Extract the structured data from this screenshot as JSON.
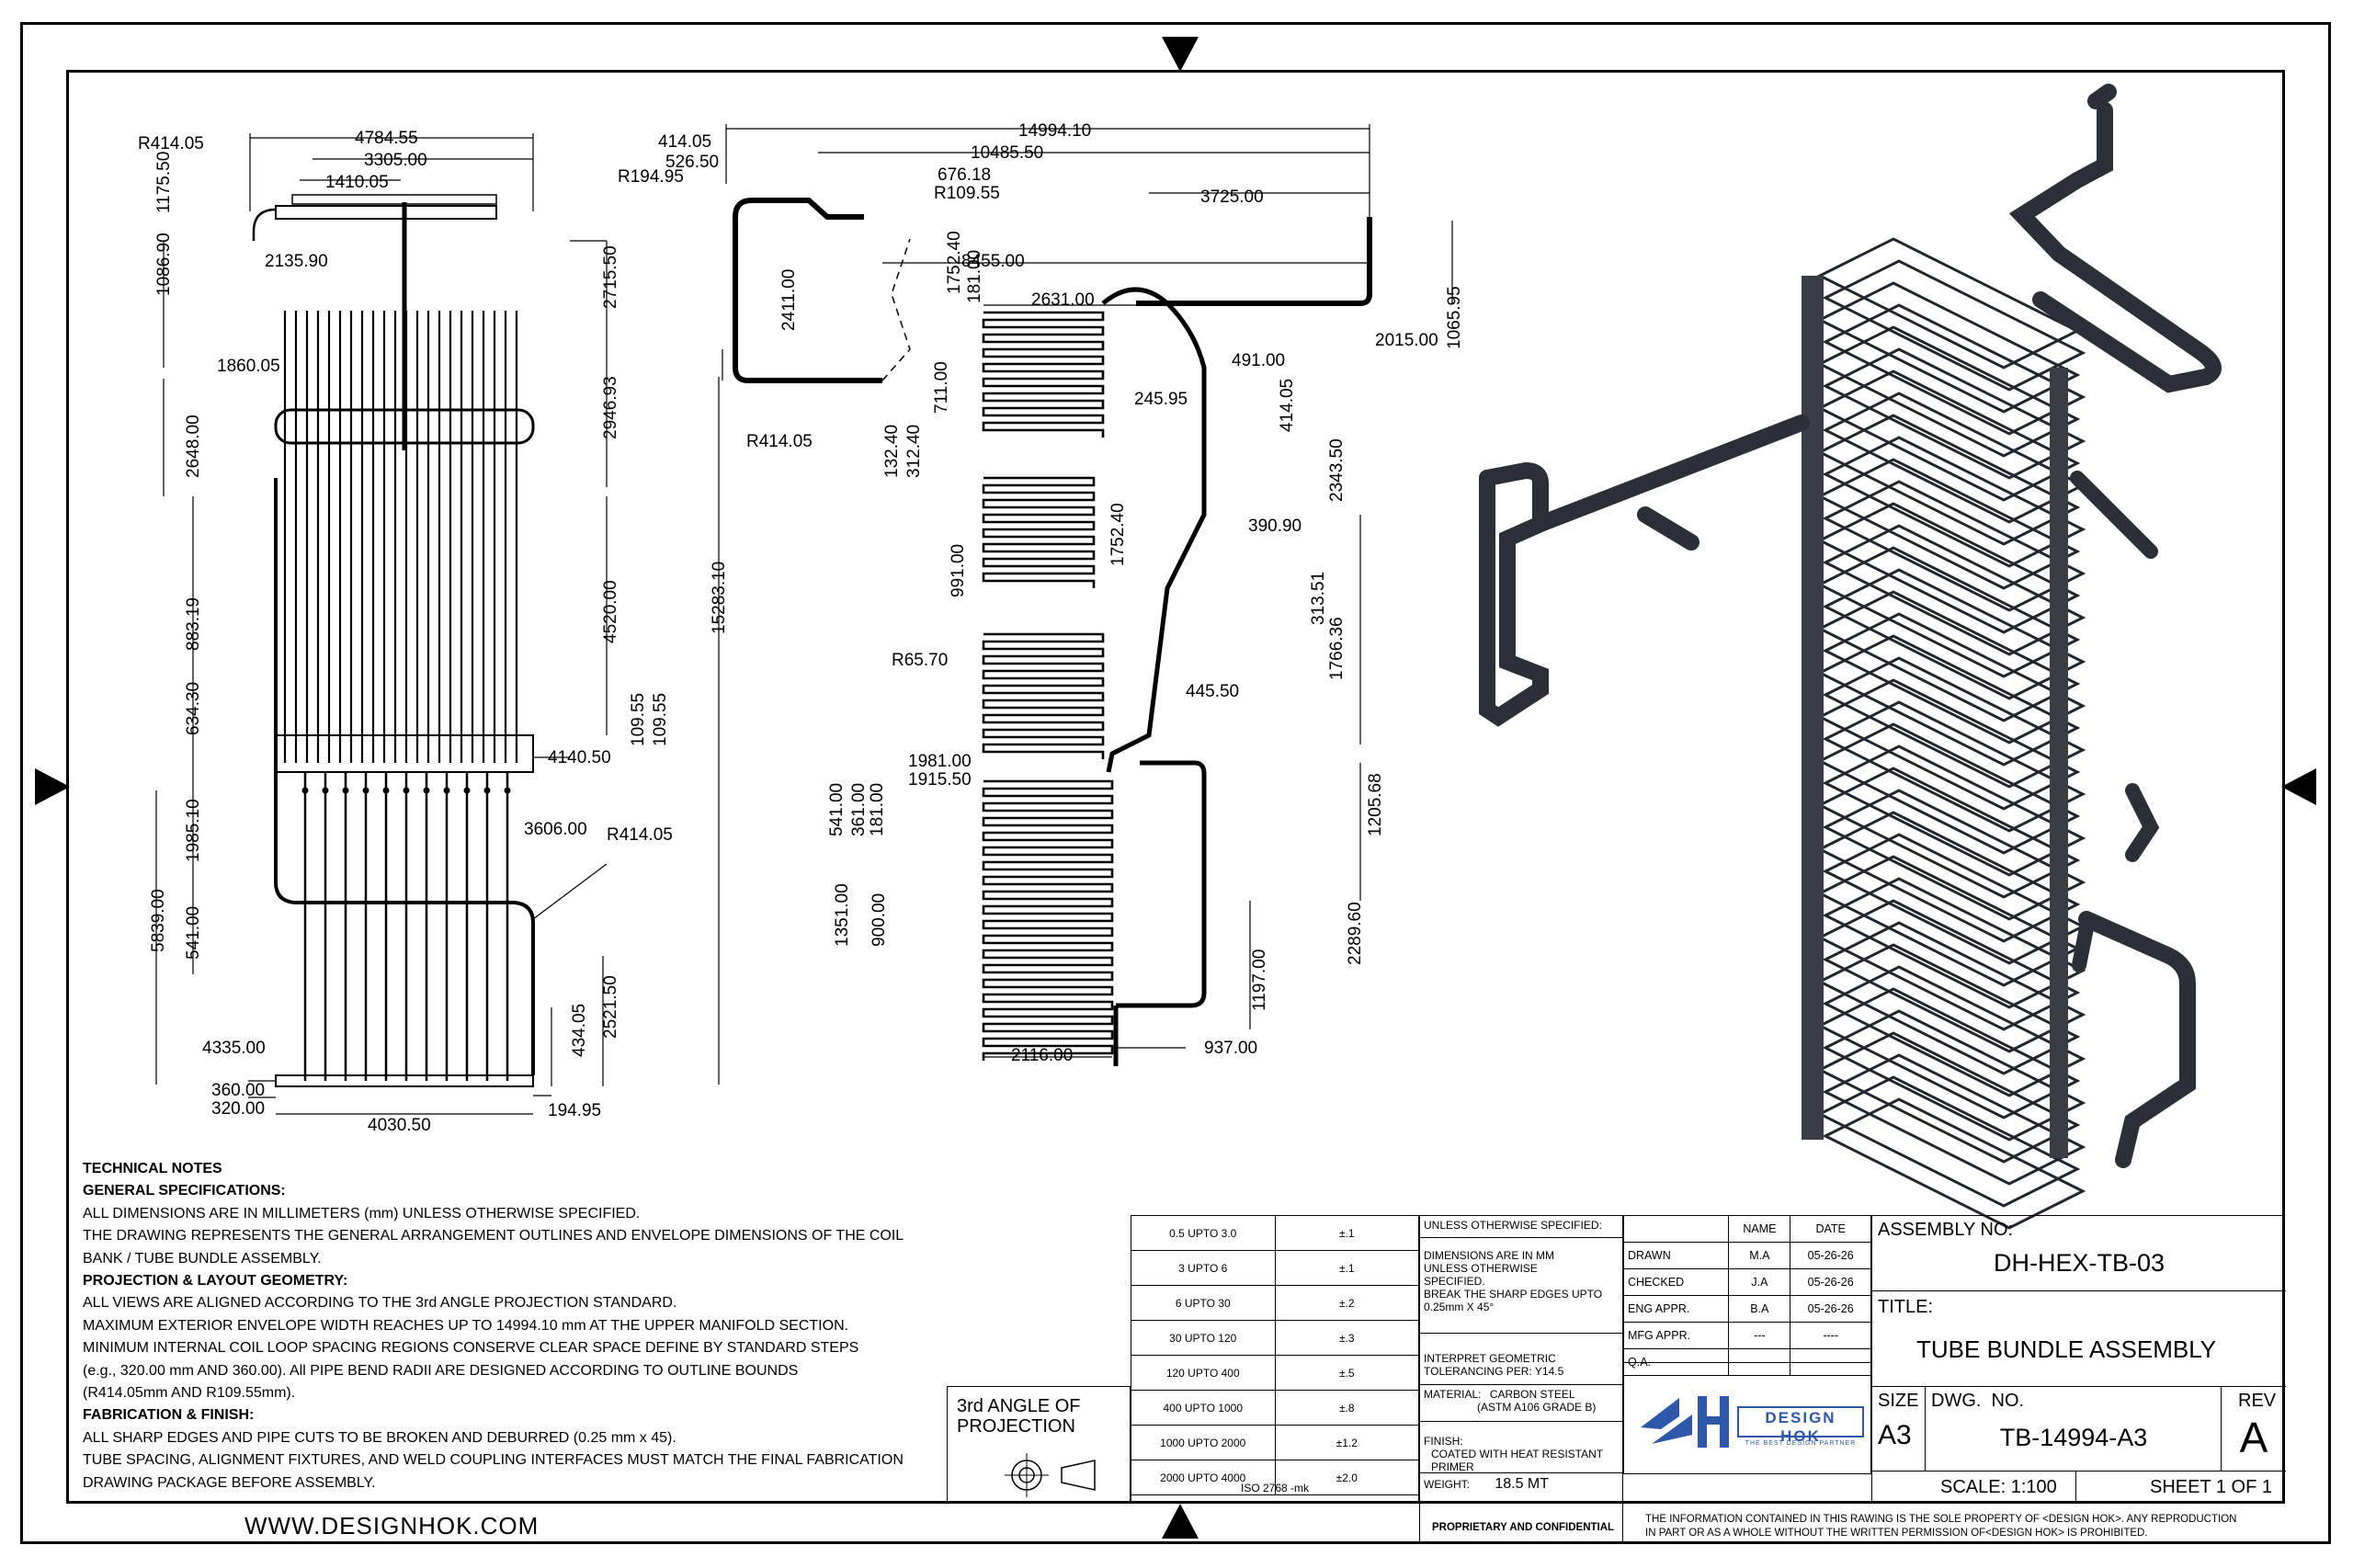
{
  "dimensions": {
    "view_front": [
      "R414.05",
      "4784.55",
      "3305.00",
      "1410.05",
      "1175.50",
      "1086.90",
      "2135.90",
      "2715.50",
      "1860.05",
      "2946.93",
      "2648.00",
      "883.19",
      "4520.00",
      "634.30",
      "109.55",
      "109.55",
      "4140.50",
      "1985.10",
      "3606.00",
      "R414.05",
      "5839.00",
      "541.00",
      "2521.50",
      "434.05",
      "4335.00",
      "360.00",
      "320.00",
      "4030.50",
      "194.95"
    ],
    "view_side": [
      "414.05",
      "526.50",
      "R194.95",
      "14994.10",
      "10485.50",
      "676.18",
      "R109.55",
      "3725.00",
      "8455.00",
      "2411.00",
      "1752.40",
      "181.00",
      "2631.00",
      "491.00",
      "2015.00",
      "1065.95",
      "711.00",
      "245.95",
      "414.05",
      "R414.05",
      "132.40",
      "312.40",
      "2343.50",
      "390.90",
      "991.00",
      "1752.40",
      "15283.10",
      "313.51",
      "R65.70",
      "1766.36",
      "445.50",
      "541.00",
      "361.00",
      "181.00",
      "1981.00",
      "1915.50",
      "1205.68",
      "2289.60",
      "1351.00",
      "900.00",
      "1197.00",
      "2116.00",
      "937.00"
    ]
  },
  "notes": {
    "title": "TECHNICAL NOTES",
    "sections": [
      {
        "heading": "GENERAL SPECIFICATIONS:",
        "lines": [
          "ALL DIMENSIONS ARE IN MILLIMETERS (mm) UNLESS OTHERWISE SPECIFIED.",
          "THE DRAWING REPRESENTS THE GENERAL ARRANGEMENT OUTLINES AND ENVELOPE DIMENSIONS OF THE COIL",
          "BANK / TUBE BUNDLE ASSEMBLY."
        ]
      },
      {
        "heading": "PROJECTION & LAYOUT GEOMETRY:",
        "lines": [
          "ALL VIEWS ARE ALIGNED ACCORDING TO THE 3rd ANGLE PROJECTION STANDARD.",
          "MAXIMUM EXTERIOR ENVELOPE WIDTH REACHES UP TO 14994.10 mm AT THE UPPER MANIFOLD SECTION.",
          "MINIMUM INTERNAL COIL LOOP SPACING REGIONS CONSERVE CLEAR SPACE DEFINE BY STANDARD STEPS",
          "(e.g., 320.00 mm AND 360.00). All PIPE BEND RADII ARE DESIGNED ACCORDING TO OUTLINE BOUNDS",
          "(R414.05mm AND R109.55mm)."
        ]
      },
      {
        "heading": "FABRICATION & FINISH:",
        "lines": [
          "ALL SHARP EDGES AND PIPE CUTS TO BE BROKEN AND DEBURRED (0.25 mm x 45).",
          "TUBE SPACING, ALIGNMENT FIXTURES, AND WELD COUPLING INTERFACES MUST MATCH THE FINAL FABRICATION",
          "DRAWING PACKAGE BEFORE ASSEMBLY."
        ]
      }
    ]
  },
  "tolerance_table": {
    "rows": [
      [
        "0.5 UPTO 3.0",
        "±.1"
      ],
      [
        "3 UPTO 6",
        "±.1"
      ],
      [
        "6 UPTO 30",
        "±.2"
      ],
      [
        "30 UPTO 120",
        "±.3"
      ],
      [
        "120 UPTO 400",
        "±.5"
      ],
      [
        "400 UPTO 1000",
        "±.8"
      ],
      [
        "1000 UPTO 2000",
        "±1.2"
      ],
      [
        "2000 UPTO 4000",
        "±2.0"
      ]
    ],
    "footer": "ISO 2768 -mk"
  },
  "projection": {
    "label_line1": "3rd ANGLE OF",
    "label_line2": "PROJECTION"
  },
  "spec": {
    "unless": "UNLESS OTHERWISE SPECIFIED:",
    "dims_line1": "DIMENSIONS ARE IN MM",
    "dims_line2": "UNLESS OTHERWISE",
    "dims_line3": "SPECIFIED.",
    "dims_line4": "BREAK THE SHARP EDGES UPTO",
    "dims_line5": "0.25mm X 45°",
    "interpret_line1": "INTERPRET GEOMETRIC",
    "interpret_line2": "TOLERANCING PER: Y14.5",
    "material_label": "MATERIAL:",
    "material_line1": "CARBON STEEL",
    "material_line2": "(ASTM A106 GRADE B)",
    "finish_label": "FINISH:",
    "finish_value": "COATED WITH HEAT RESISTANT PRIMER",
    "weight_label": "WEIGHT:",
    "weight_value": "18.5 MT"
  },
  "approvals": {
    "headers": [
      "NAME",
      "DATE"
    ],
    "rows": [
      [
        "DRAWN",
        "M.A",
        "05-26-26"
      ],
      [
        "CHECKED",
        "J.A",
        "05-26-26"
      ],
      [
        "ENG APPR.",
        "B.A",
        "05-26-26"
      ],
      [
        "MFG APPR.",
        "---",
        "----"
      ],
      [
        "Q.A.",
        "---",
        "----"
      ]
    ]
  },
  "logo": {
    "name": "DESIGN HOK",
    "tagline": "THE BEST DESIGN PARTNER"
  },
  "title_block": {
    "assembly_label": "ASSEMBLY NO:",
    "assembly_no": "DH-HEX-TB-03",
    "title_label": "TITLE:",
    "title": "TUBE BUNDLE ASSEMBLY",
    "size_label": "SIZE",
    "size": "A3",
    "dwg_label": "DWG.  NO.",
    "dwg_no": "TB-14994-A3",
    "rev_label": "REV",
    "rev": "A",
    "scale": "SCALE: 1:100",
    "sheet": "SHEET 1 OF 1"
  },
  "footer": {
    "website": "WWW.DESIGNHOK.COM",
    "proprietary": "PROPRIETARY AND CONFIDENTIAL",
    "disclaimer_line1": "THE INFORMATION CONTAINED IN THIS RAWING IS THE SOLE PROPERTY OF <DESIGN HOK>.  ANY REPRODUCTION",
    "disclaimer_line2": "IN PART OR AS A WHOLE WITHOUT THE WRITTEN PERMISSION OF<DESIGN HOK> IS PROHIBITED."
  }
}
